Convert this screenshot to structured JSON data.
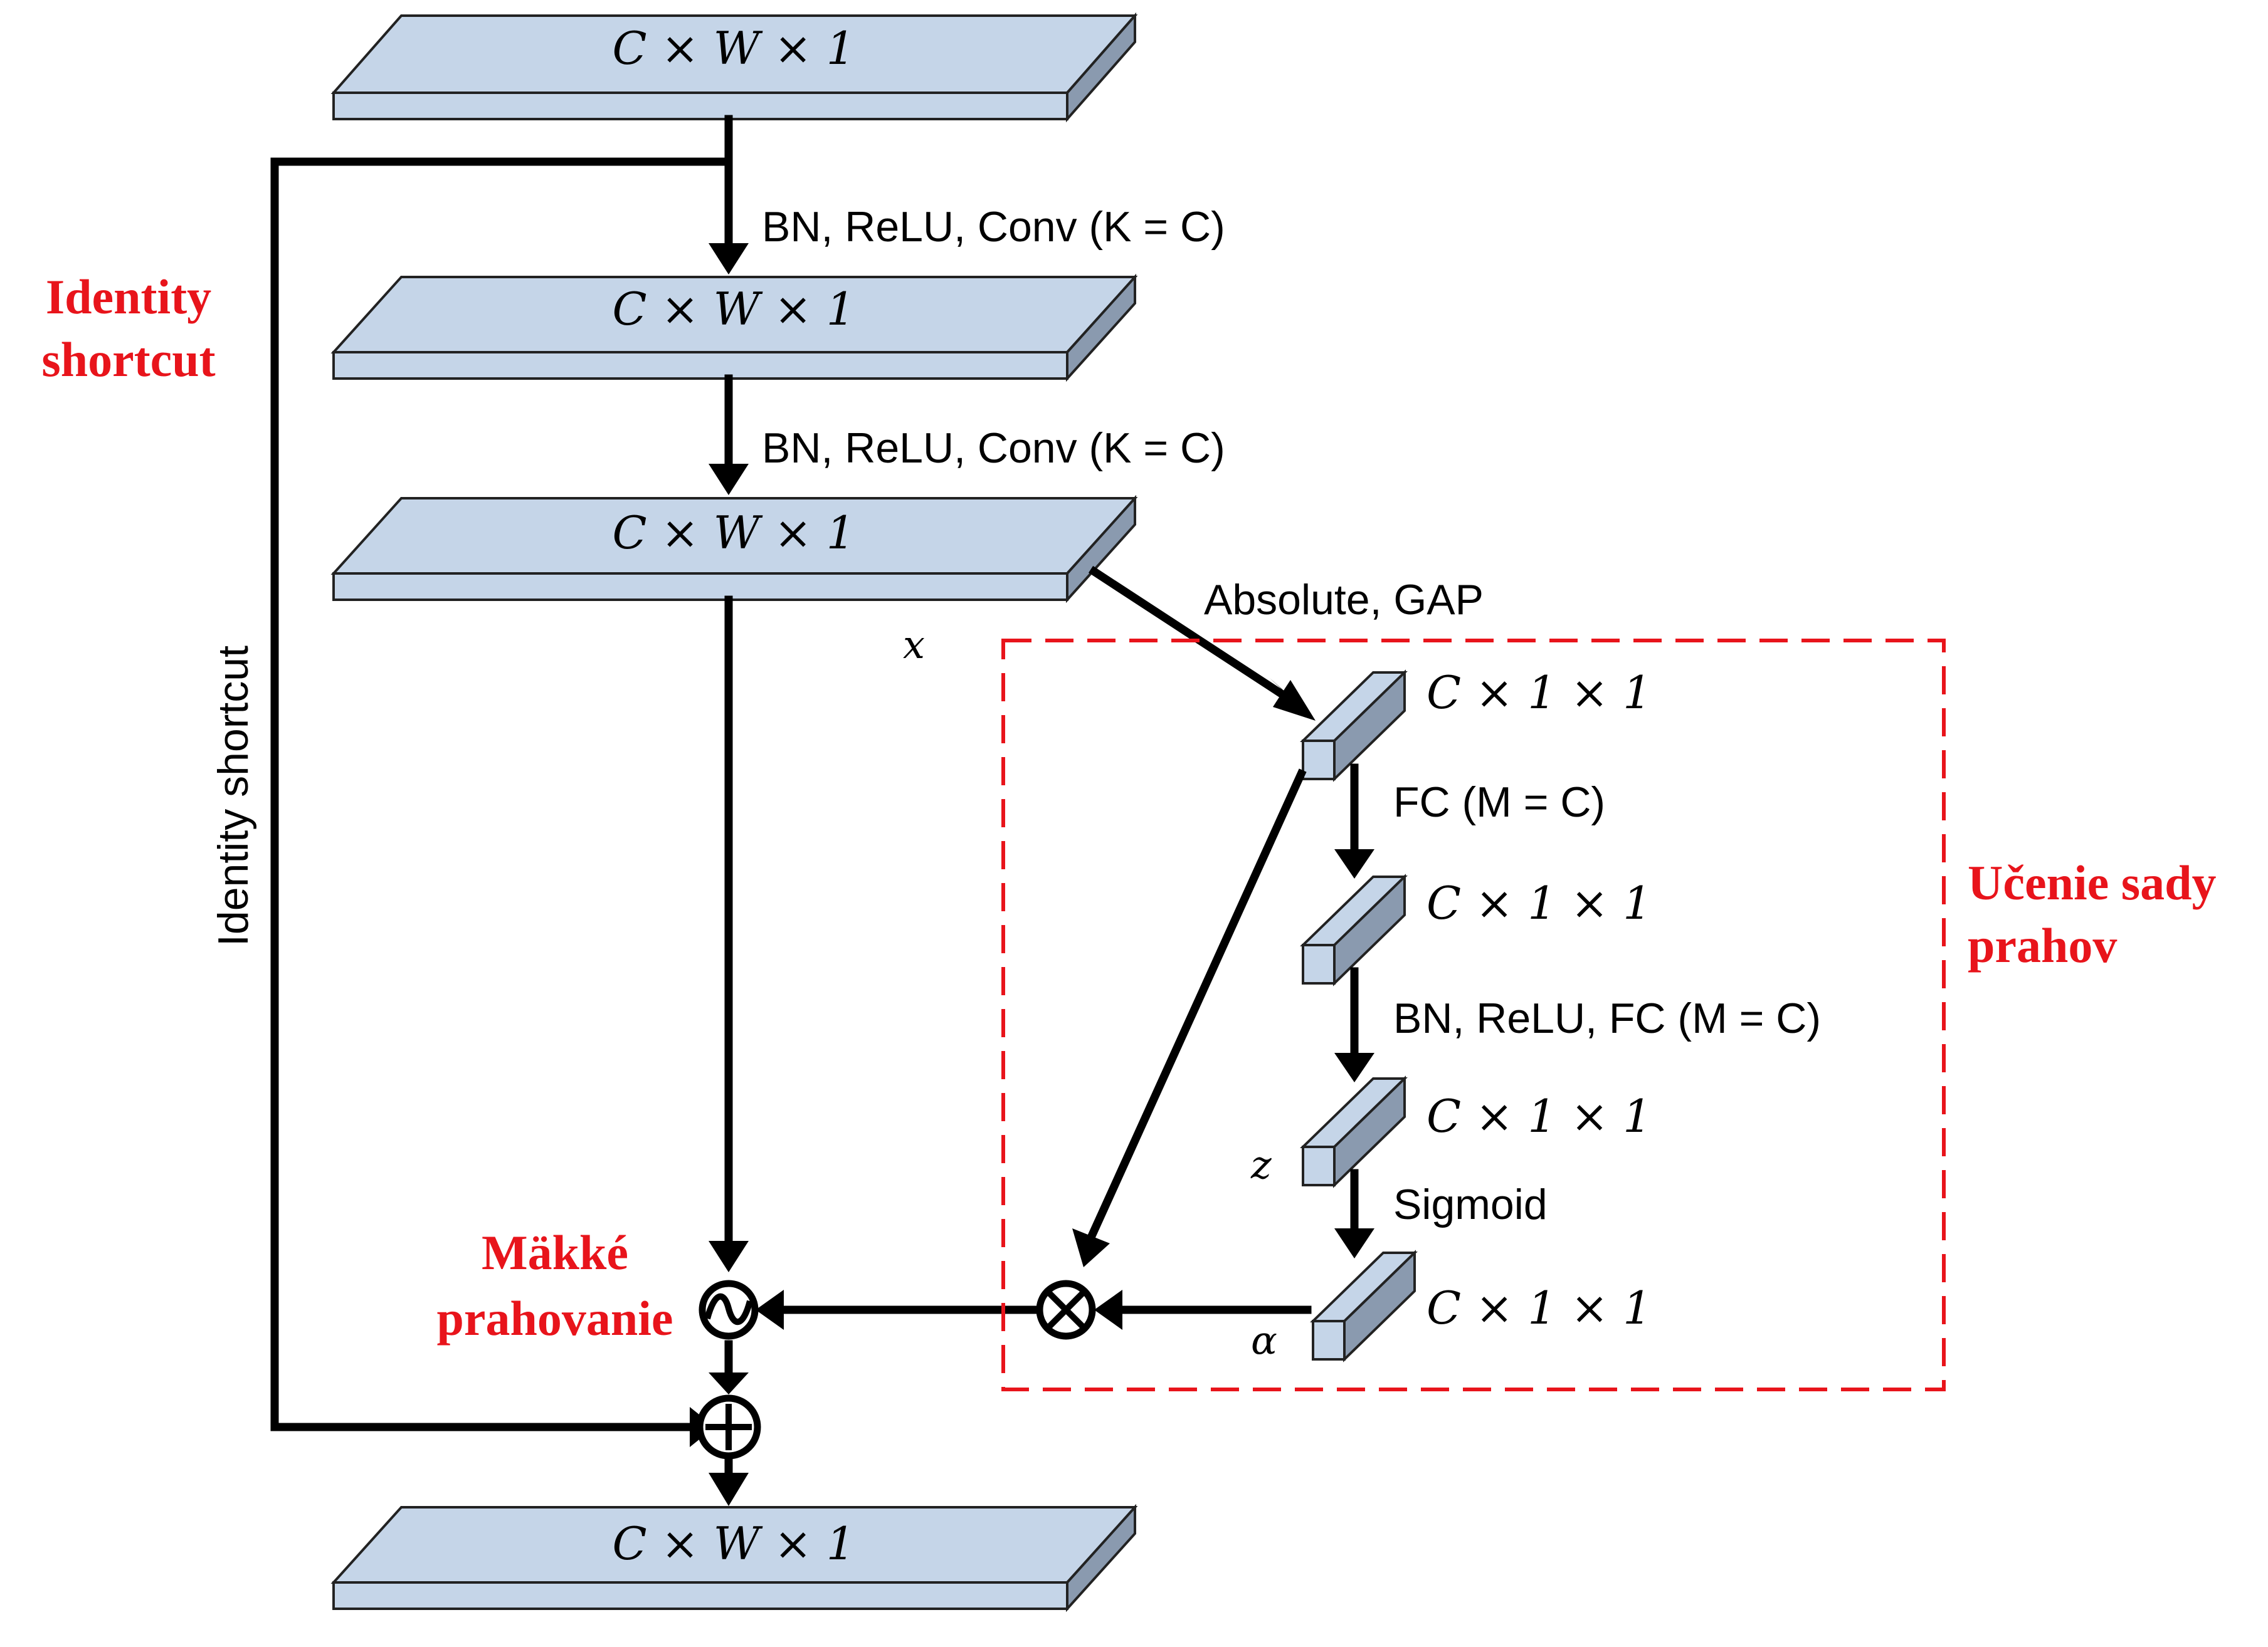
{
  "blocks": {
    "input": "C × W × 1",
    "conv1_out": "C × W × 1",
    "conv2_out": "C × W × 1",
    "output": "C × W × 1"
  },
  "small_blocks": {
    "gap_out": "C × 1 × 1",
    "fc1_out": "C × 1 × 1",
    "fc2_out": "C × 1 × 1",
    "sigmoid_out": "C × 1 × 1"
  },
  "operations": {
    "conv1": "BN, ReLU, Conv (K = C)",
    "conv2": "BN, ReLU, Conv (K = C)",
    "gap": "Absolute, GAP",
    "fc1": "FC (M = C)",
    "fc2": "BN, ReLU, FC (M = C)",
    "sigmoid": "Sigmoid"
  },
  "variables": {
    "x": "x",
    "z": "z",
    "alpha": "α"
  },
  "annotations": {
    "identity_shortcut_vertical": "Identity shortcut",
    "identity_shortcut_red_line1": "Identity",
    "identity_shortcut_red_line2": "shortcut",
    "soft_threshold_line1": "Mäkké",
    "soft_threshold_line2": "prahovanie",
    "threshold_learning_line1": "Učenie sady",
    "threshold_learning_line2": "prahov"
  },
  "symbols": {
    "soft_threshold": "~",
    "multiply": "×",
    "add": "+"
  },
  "colors": {
    "block_fill": "#c5d5e8",
    "block_side": "#8a9aaf",
    "annotation_red": "#e8141b",
    "line": "#000000"
  }
}
